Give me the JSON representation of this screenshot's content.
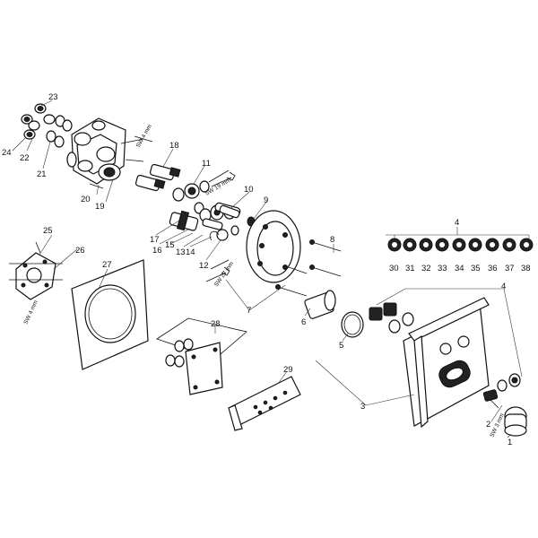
{
  "diagram": {
    "labels": {
      "p1": "1",
      "p2": "2",
      "p3": "3",
      "p4a": "4",
      "p4b": "4",
      "p5": "5",
      "p6": "6",
      "p7": "7",
      "p8": "8",
      "p9": "9",
      "p10": "10",
      "p11": "11",
      "p12": "12",
      "p13": "13",
      "p14": "14",
      "p15": "15",
      "p16": "16",
      "p17": "17",
      "p18": "18",
      "p19": "19",
      "p20": "20",
      "p21": "21",
      "p22": "22",
      "p23": "23",
      "p24": "24",
      "p25": "25",
      "p26": "26",
      "p27": "27",
      "p28": "28",
      "p29": "29",
      "p30": "30",
      "p31": "31",
      "p32": "32",
      "p33": "33",
      "p34": "34",
      "p35": "35",
      "p36": "36",
      "p37": "37",
      "p38": "38"
    },
    "tool_notes": {
      "sw4_top": "SW 4 mm",
      "sw19": "SW 19 mm",
      "sw27": "SW 27 mm",
      "sw4_left": "SW 4 mm",
      "sw3": "SW 3 mm"
    }
  }
}
